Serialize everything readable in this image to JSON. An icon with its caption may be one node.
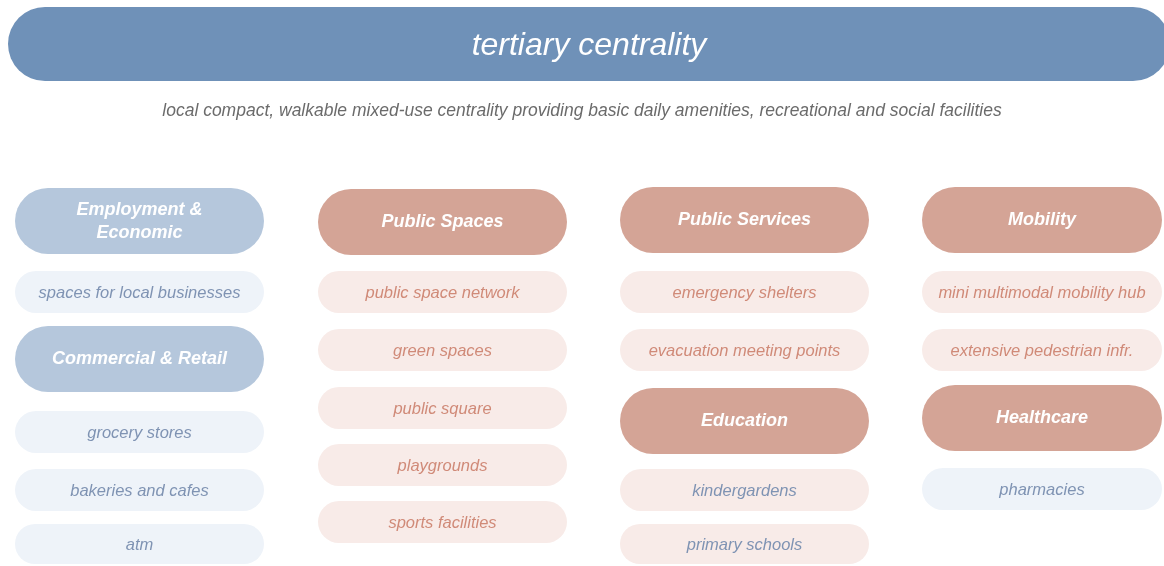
{
  "diagram": {
    "title": "tertiary centrality",
    "nodes": [
      {
        "text": [
          "Employment & Economic"
        ]
      },
      {
        "text": [
          "spaces for local businesses"
        ]
      },
      {
        "text": [
          "Commercial & Retail"
        ]
      },
      {
        "text": [
          "grocery stores"
        ]
      },
      {
        "text": [
          "bakeries and cafes"
        ]
      },
      {
        "text": [
          "atm"
        ]
      },
      {
        "text": [
          "Public Spaces"
        ]
      },
      {
        "text": [
          "public space network"
        ]
      },
      {
        "text": [
          "green spaces"
        ]
      },
      {
        "text": [
          "public square"
        ]
      },
      {
        "text": [
          "playgrounds"
        ]
      },
      {
        "text": [
          "sports facilities"
        ]
      },
      {
        "text": [
          "Public Services"
        ]
      },
      {
        "text": [
          "emergency shelters"
        ]
      },
      {
        "text": [
          "evacuation meeting points"
        ]
      },
      {
        "text": [
          "Education"
        ]
      },
      {
        "text": [
          "kindergardens"
        ]
      },
      {
        "text": [
          "primary schools"
        ]
      },
      {
        "text": [
          "Mobility"
        ]
      },
      {
        "text": [
          "mini multimodal mobility hub"
        ]
      },
      {
        "text": [
          "extensive pedestrian infr."
        ]
      },
      {
        "text": [
          "Healthcare"
        ]
      },
      {
        "text": [
          "pharmacies"
        ]
      }
    ],
    "labels": [
      "local compact, walkable mixed-use centrality providing basic daily amenities, recreational and social facilities"
    ]
  }
}
